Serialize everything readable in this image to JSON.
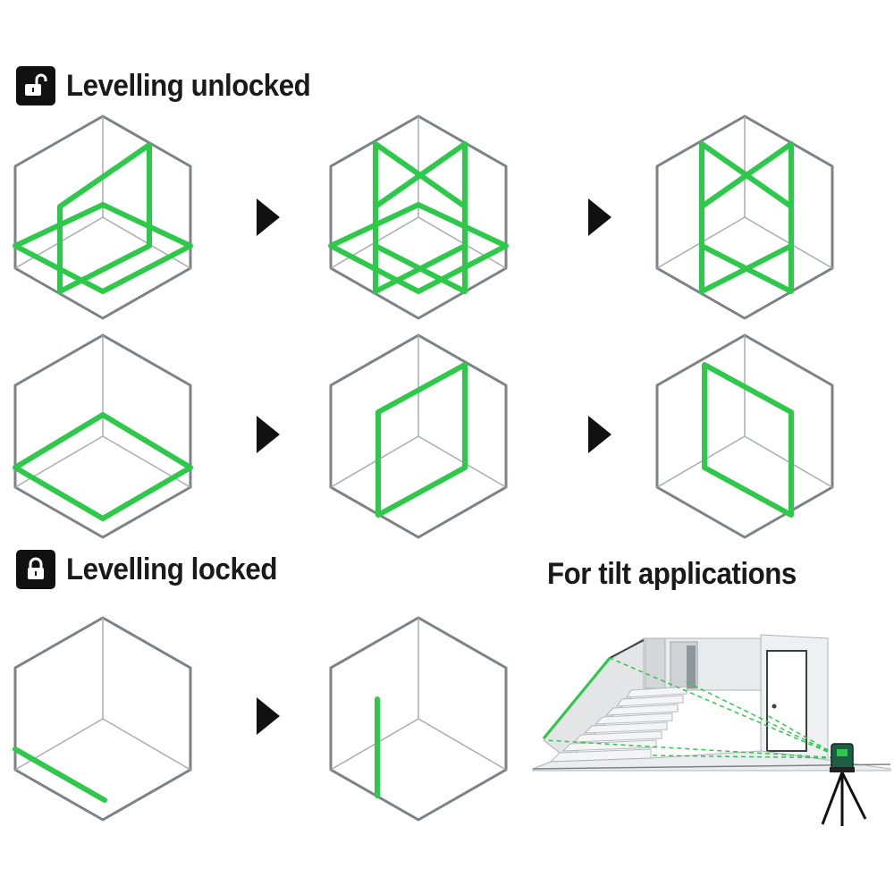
{
  "sections": {
    "unlocked": {
      "title": "Levelling unlocked",
      "icon": "unlocked-padlock-icon"
    },
    "locked": {
      "title": "Levelling locked",
      "icon": "locked-padlock-icon"
    },
    "tilt": {
      "title": "For tilt applications"
    }
  },
  "icons": {
    "arrow": "play-triangle-icon"
  },
  "colors": {
    "laser": "#2ec84a",
    "cube_edge": "#7c8288",
    "cube_inner": "#a8adb2",
    "text": "#1a1a1a",
    "background": "#ffffff"
  }
}
